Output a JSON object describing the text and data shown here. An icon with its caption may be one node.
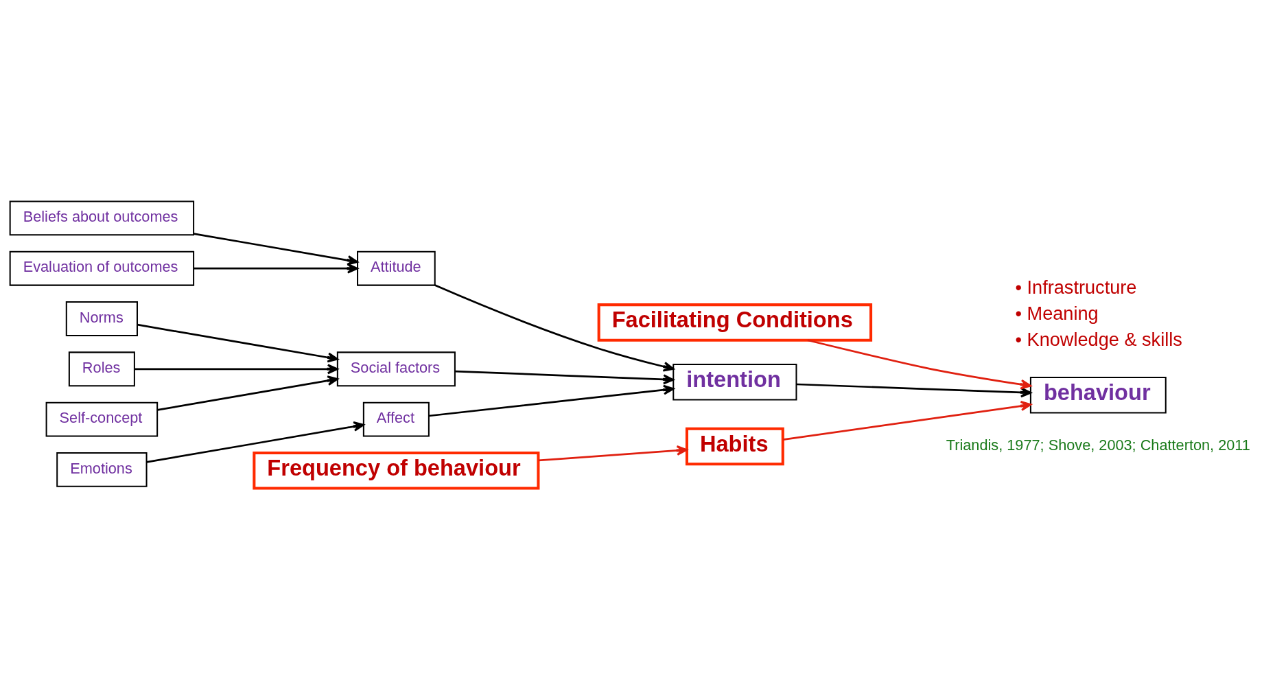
{
  "diagram": {
    "nodes": [
      {
        "text": [
          "Beliefs about outcomes"
        ]
      },
      {
        "text": [
          "Evaluation of outcomes"
        ]
      },
      {
        "text": [
          "Attitude"
        ]
      },
      {
        "text": [
          "Norms"
        ]
      },
      {
        "text": [
          "Roles"
        ]
      },
      {
        "text": [
          "Self-concept"
        ]
      },
      {
        "text": [
          "Social factors"
        ]
      },
      {
        "text": [
          "Emotions"
        ]
      },
      {
        "text": [
          "Affect"
        ]
      },
      {
        "text": [
          "intention"
        ]
      },
      {
        "text": [
          "Facilitating Conditions"
        ],
        "beside": [
          "• Infrastructure",
          "• Meaning",
          "• Knowledge & skills"
        ]
      },
      {
        "text": [
          "behaviour"
        ]
      },
      {
        "text": [
          "Frequency of behaviour"
        ]
      },
      {
        "text": [
          "Habits"
        ]
      }
    ],
    "edges": [
      {
        "from": 0,
        "to": 2,
        "arrow": "to"
      },
      {
        "from": 1,
        "to": 2,
        "arrow": "to"
      },
      {
        "from": 2,
        "to": 9,
        "arrow": "to"
      },
      {
        "from": 3,
        "to": 6,
        "arrow": "to"
      },
      {
        "from": 4,
        "to": 6,
        "arrow": "to"
      },
      {
        "from": 5,
        "to": 6,
        "arrow": "to"
      },
      {
        "from": 6,
        "to": 9,
        "arrow": "to"
      },
      {
        "from": 7,
        "to": 8,
        "arrow": "to"
      },
      {
        "from": 8,
        "to": 9,
        "arrow": "to"
      },
      {
        "from": 9,
        "to": 11,
        "arrow": "to"
      },
      {
        "from": 10,
        "to": 11,
        "arrow": "to",
        "color": "#e02010"
      },
      {
        "from": 13,
        "to": 11,
        "arrow": "to",
        "color": "#e02010"
      },
      {
        "from": 12,
        "to": 13,
        "arrow": "to",
        "color": "#e02010"
      }
    ],
    "labels": [
      "Triandis, 1977; Shove, 2003; Chatterton, 2011"
    ]
  }
}
